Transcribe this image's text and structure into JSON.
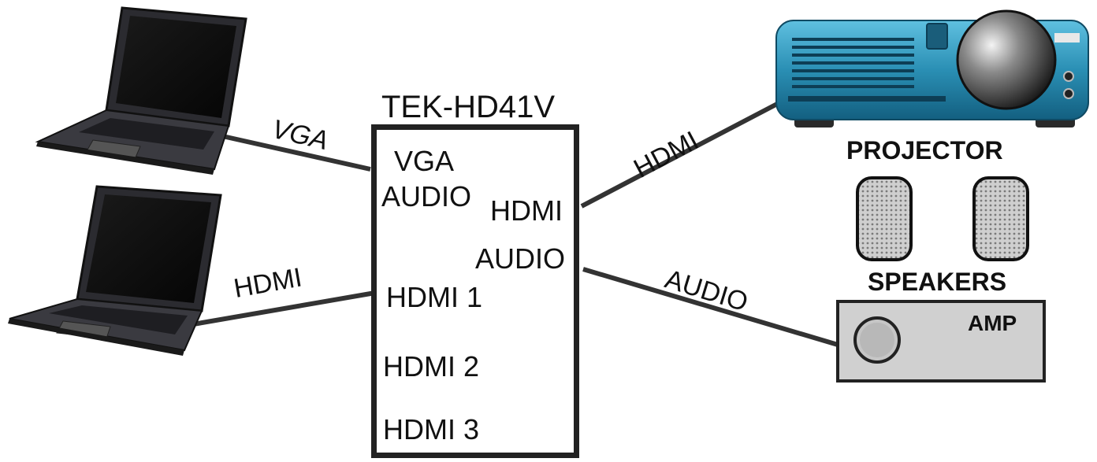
{
  "switch": {
    "name": "TEK-HD41V",
    "inputs": [
      "VGA",
      "AUDIO",
      "HDMI 1",
      "HDMI 2",
      "HDMI 3"
    ],
    "outputs": [
      "HDMI",
      "AUDIO"
    ]
  },
  "cables": {
    "laptop1": "VGA",
    "laptop2": "HDMI",
    "projector": "HDMI",
    "amp": "AUDIO"
  },
  "devices": {
    "projector": "PROJECTOR",
    "speakers": "SPEAKERS",
    "amp": "AMP"
  },
  "colors": {
    "projector_body": "#2a8fb4",
    "amp_body": "#d0d0d0",
    "laptop_body": "#2a2a2e"
  }
}
